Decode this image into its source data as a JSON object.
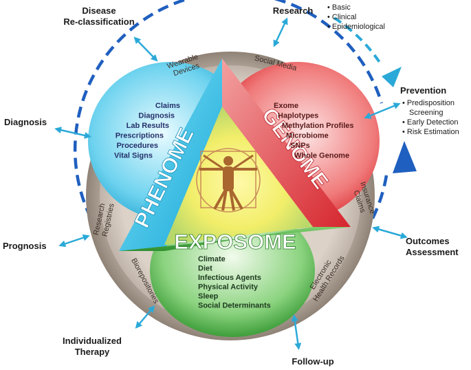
{
  "cycle": {
    "disease_reclassification": "Disease\nRe-classification",
    "research": "Research",
    "research_types": [
      "Basic",
      "Clinical",
      "Epidemiological"
    ],
    "prevention": "Prevention",
    "prevention_items": [
      "Predisposition\nScreening",
      "Early Detection",
      "Risk Estimation"
    ],
    "outcomes_assessment": "Outcomes\nAssessment",
    "follow_up": "Follow-up",
    "individualized_therapy": "Individualized\nTherapy",
    "prognosis": "Prognosis",
    "diagnosis": "Diagnosis"
  },
  "ring_sources": {
    "wearable_devices": "Wearable\nDevices",
    "social_media": "Social Media",
    "insurance_claims": "Insurance\nClaims",
    "electronic_health_records": "Electronic\nHealth Records",
    "biorepositories": "Biorepositories",
    "research_registries": "Research\nRegistries"
  },
  "phenome": {
    "title": "PHENOME",
    "items": [
      "Claims",
      "Diagnosis",
      "Lab Results",
      "Prescriptions",
      "Procedures",
      "Vital Signs"
    ]
  },
  "genome": {
    "title": "GENOME",
    "items": [
      "Exome",
      "Haplotypes",
      "Methylation Profiles",
      "Microbiome",
      "SNPs",
      "Whole Genome"
    ]
  },
  "exposome": {
    "title": "EXPOSOME",
    "items": [
      "Climate",
      "Diet",
      "Infectious Agents",
      "Physical Activity",
      "Sleep",
      "Social Determinants"
    ]
  },
  "colors": {
    "cycle_blue": "#1f5fbf",
    "arrow_cyan": "#2aa9d8",
    "phenome": "#3cc3e8",
    "genome": "#e8343c",
    "exposome": "#3aa84a",
    "ring_gray": "#a79a8e"
  }
}
